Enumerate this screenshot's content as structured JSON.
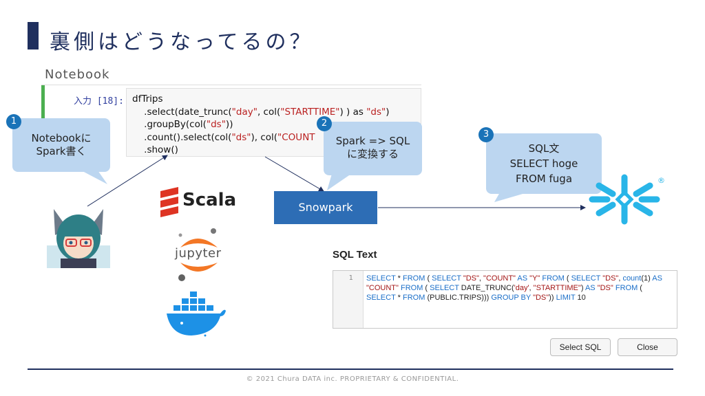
{
  "slide": {
    "title": "裏側はどうなってるの？",
    "footer": "© 2021 Chura DATA inc. PROPRIETARY & CONFIDENTIAL."
  },
  "notebook": {
    "label": "Notebook",
    "prompt": "入力 [18]:",
    "code_lines": [
      "dfTrips",
      "    .select(date_trunc(\"day\", col(\"STARTTIME\") ) as \"ds\")",
      "    .groupBy(col(\"ds\"))",
      "    .count().select(col(\"ds\"), col(\"COUNT",
      "    .show()"
    ]
  },
  "callouts": [
    {
      "number": "1",
      "text_lines": [
        "Notebookに",
        "Spark書く"
      ]
    },
    {
      "number": "2",
      "text_lines": [
        "Spark => SQL",
        "に変換する"
      ]
    },
    {
      "number": "3",
      "text_lines": [
        "SQL文",
        "SELECT hoge",
        "FROM fuga"
      ]
    }
  ],
  "logos": {
    "scala": "Scala",
    "jupyter": "jupyter",
    "registered_mark": "®",
    "snowflake_icon": "snowflake-icon",
    "docker_icon": "docker-whale-icon",
    "avatar_icon": "anime-avatar-icon"
  },
  "snowpark": {
    "label": "Snowpark"
  },
  "sql_panel": {
    "title": "SQL Text",
    "line_number": "1",
    "buttons": {
      "select_sql": "Select SQL",
      "close": "Close"
    }
  },
  "colors": {
    "navy": "#1f2f5e",
    "callout": "#bcd6f0",
    "snowpark": "#2d6db5",
    "snowflake": "#29b5e8",
    "scala": "#de3423"
  }
}
